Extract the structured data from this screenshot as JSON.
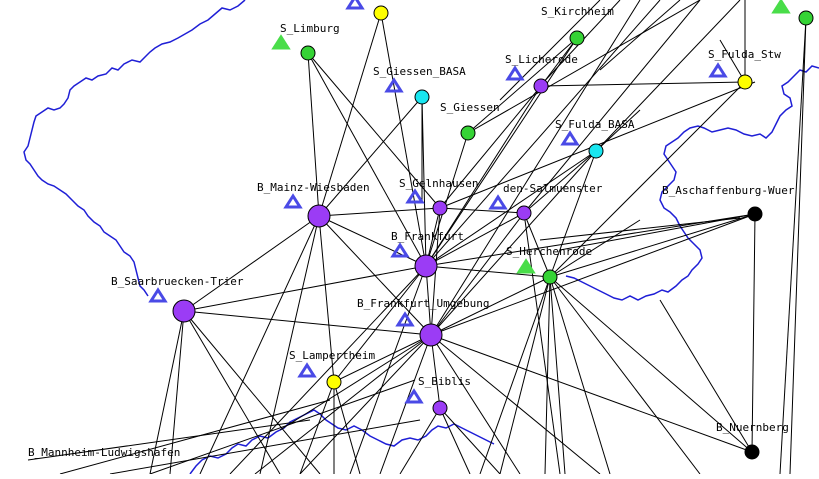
{
  "colors": {
    "border": "#1f1fd6",
    "edge": "#000000",
    "triangle_blue": "#4a4ae6",
    "triangle_green": "#49dd49",
    "node_purple": "#9b3cf5",
    "node_green": "#35d335",
    "node_yellow": "#ffff00",
    "node_cyan": "#19e6f0",
    "node_black": "#000000"
  },
  "labels": {
    "limburg": "S_Limburg",
    "kirchheim": "S_Kirchheim",
    "giessen_basa": "S_Giessen_BASA",
    "licherode": "S_Licherode",
    "fulda_stw": "S_Fulda_Stw",
    "giessen": "S_Giessen",
    "fulda_basa": "S_Fulda_BASA",
    "gelnhausen": "S_Gelnhausen",
    "mainz_wiesbaden": "B_Mainz-Wiesbaden",
    "salmuenster": "den-Salmuenster",
    "aschaffenburg": "B_Aschaffenburg-Wuer",
    "frankfurt": "B_Frankfurt",
    "herchenrode": "S_Herchenrode",
    "saarbruecken": "B_Saarbruecken-Trier",
    "frankfurt_umgebung": "B_Frankfurt_Umgebung",
    "lampertheim": "S_Lampertheim",
    "biblis": "S_Biblis",
    "nuernberg": "B_Nuernberg",
    "mannheim": "B_Mannheim-Ludwigshafen"
  }
}
